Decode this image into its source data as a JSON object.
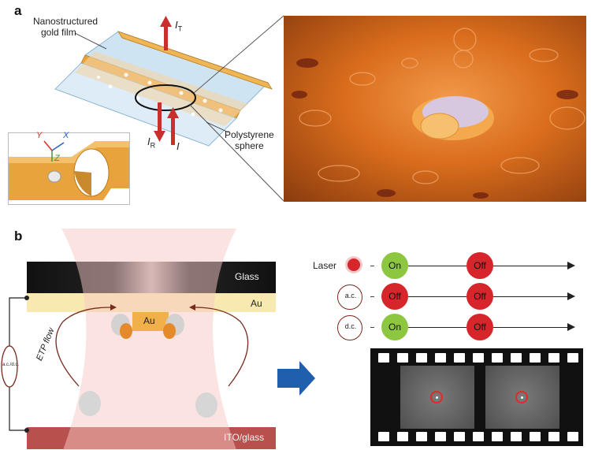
{
  "panel_a": {
    "label": "a",
    "film_label_line1": "Nanostructured",
    "film_label_line2": "gold film",
    "sphere_label_line1": "Polystyrene",
    "sphere_label_line2": "sphere",
    "current_T": "I",
    "current_T_sub": "T",
    "current_R": "I",
    "current_R_sub": "R",
    "current_I": "I",
    "axis_x": "X",
    "axis_y": "Y",
    "axis_z": "Z"
  },
  "panel_b": {
    "label": "b",
    "glass": "Glass",
    "au_layer": "Au",
    "au_nano": "Au",
    "ito": "ITO/glass",
    "etp_flow": "ETP flow",
    "source": "a.c./d.c.",
    "legend": [
      {
        "name": "Laser",
        "state1": "On",
        "state2": "Off"
      },
      {
        "name": "a.c.",
        "state1": "Off",
        "state2": "Off"
      },
      {
        "name": "d.c.",
        "state1": "On",
        "state2": "Off"
      }
    ]
  },
  "colors": {
    "gold": "#e8a33d",
    "orange_bg": "#d96d1c",
    "on": "#8dc63f",
    "off": "#d7262b",
    "arrow_blue": "#1f5fae",
    "beam_pink": "#f6c7c4"
  }
}
